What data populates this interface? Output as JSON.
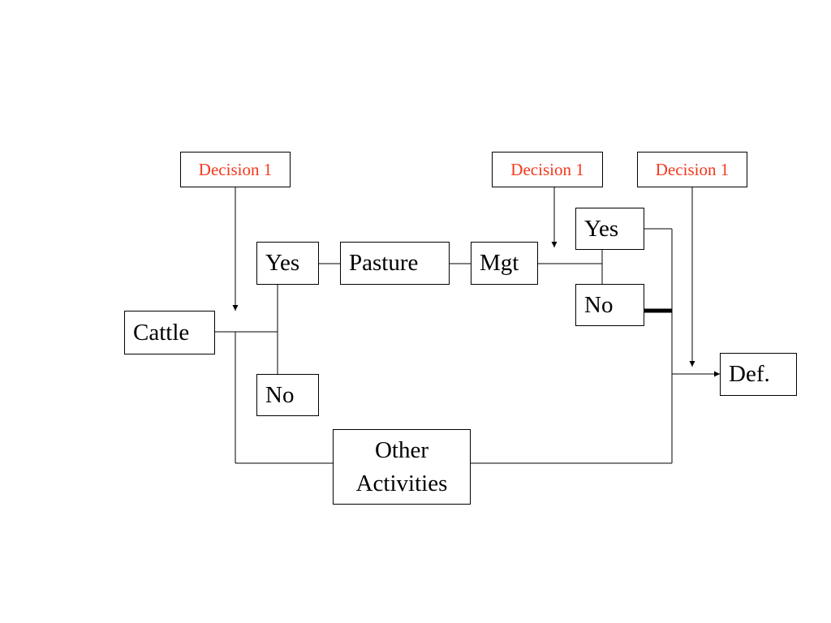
{
  "decisions": {
    "d1": "Decision 1",
    "d2": "Decision 1",
    "d3": "Decision 1"
  },
  "nodes": {
    "cattle": "Cattle",
    "yes_1": "Yes",
    "no_1": "No",
    "pasture": "Pasture",
    "mgt": "Mgt",
    "yes_2": "Yes",
    "no_2": "No",
    "def": "Def.",
    "other_activities": "Other Activities"
  },
  "colors": {
    "decision_text": "#f5381c",
    "lines": "#000000"
  }
}
